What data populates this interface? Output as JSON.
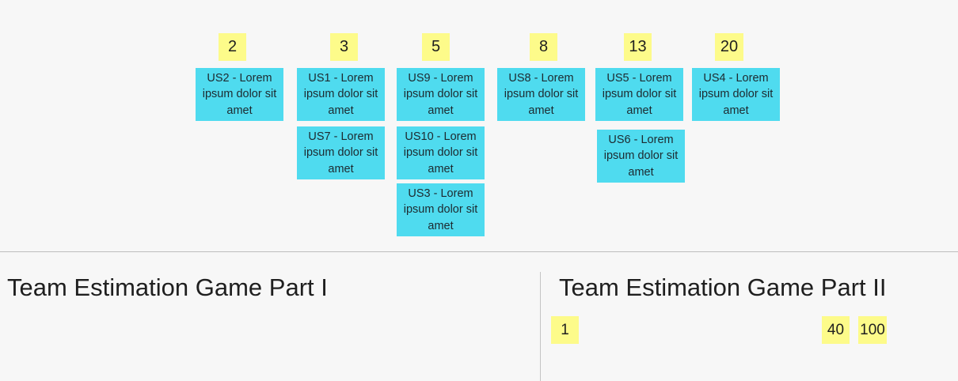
{
  "board": {
    "columns": [
      {
        "estimate": "2",
        "stories": [
          "US2 - Lorem ipsum dolor sit amet"
        ]
      },
      {
        "estimate": "3",
        "stories": [
          "US1 - Lorem ipsum dolor sit amet",
          "US7 - Lorem ipsum dolor sit amet"
        ]
      },
      {
        "estimate": "5",
        "stories": [
          "US9 - Lorem ipsum dolor sit amet",
          "US10 - Lorem ipsum dolor sit amet",
          "US3 - Lorem ipsum dolor sit amet"
        ]
      },
      {
        "estimate": "8",
        "stories": [
          "US8 - Lorem ipsum dolor sit amet"
        ]
      },
      {
        "estimate": "13",
        "stories": [
          "US5 - Lorem ipsum dolor sit amet",
          "US6 - Lorem ipsum dolor sit amet"
        ]
      },
      {
        "estimate": "20",
        "stories": [
          "US4 - Lorem ipsum dolor sit amet"
        ]
      }
    ]
  },
  "sections": {
    "part1_title": "Team Estimation Game Part I",
    "part2_title": "Team Estimation Game Part II",
    "part2_notes": [
      "1",
      "40",
      "100"
    ]
  },
  "colors": {
    "sticky_yellow": "#fdfb8a",
    "card_cyan": "#4fdbef",
    "background": "#f7f7f7"
  }
}
